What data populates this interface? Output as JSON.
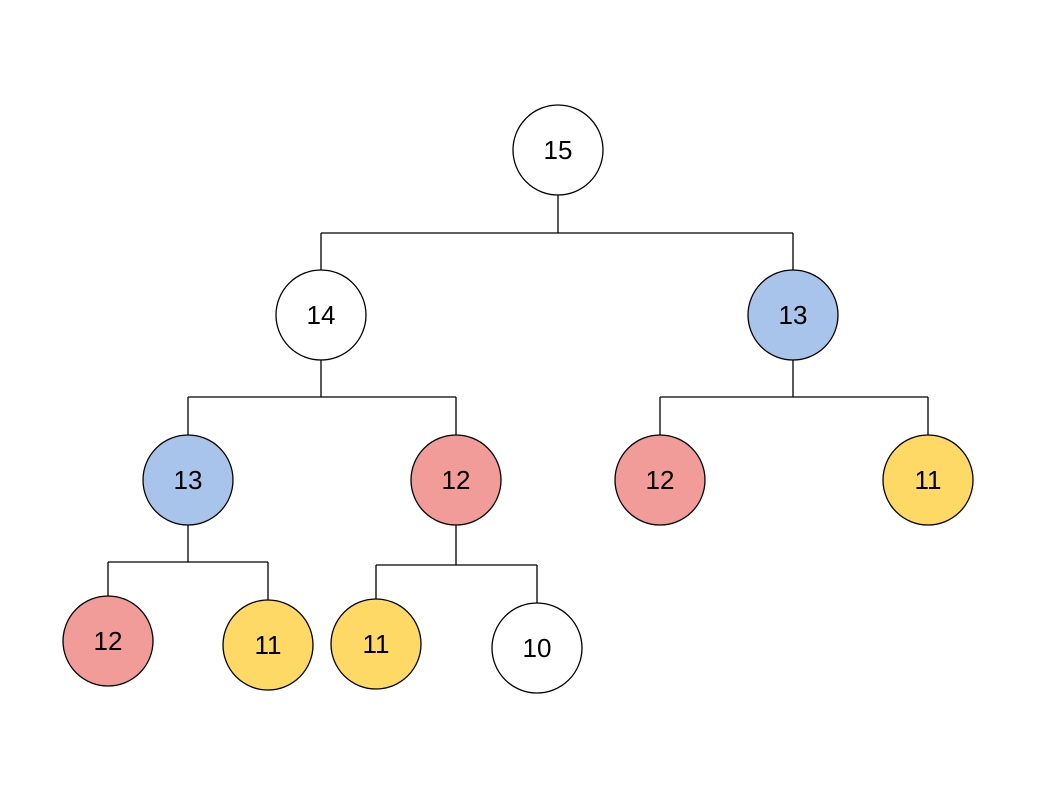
{
  "tree": {
    "palette": {
      "white": "#ffffff",
      "blue": "#a9c4eb",
      "red": "#f19c99",
      "yellow": "#ffd966"
    },
    "nodes": [
      {
        "id": "n15",
        "label": "15",
        "color": "white"
      },
      {
        "id": "n14",
        "label": "14",
        "color": "white"
      },
      {
        "id": "n13r",
        "label": "13",
        "color": "blue"
      },
      {
        "id": "n13l",
        "label": "13",
        "color": "blue"
      },
      {
        "id": "n12m",
        "label": "12",
        "color": "red"
      },
      {
        "id": "n12r",
        "label": "12",
        "color": "red"
      },
      {
        "id": "n11r",
        "label": "11",
        "color": "yellow"
      },
      {
        "id": "n12ll",
        "label": "12",
        "color": "red"
      },
      {
        "id": "n11lr",
        "label": "11",
        "color": "yellow"
      },
      {
        "id": "n11ml",
        "label": "11",
        "color": "yellow"
      },
      {
        "id": "n10",
        "label": "10",
        "color": "white"
      }
    ],
    "edges": [
      {
        "parent": "n15",
        "children": [
          "n14",
          "n13r"
        ]
      },
      {
        "parent": "n14",
        "children": [
          "n13l",
          "n12m"
        ]
      },
      {
        "parent": "n13r",
        "children": [
          "n12r",
          "n11r"
        ]
      },
      {
        "parent": "n13l",
        "children": [
          "n12ll",
          "n11lr"
        ]
      },
      {
        "parent": "n12m",
        "children": [
          "n11ml",
          "n10"
        ]
      }
    ]
  }
}
